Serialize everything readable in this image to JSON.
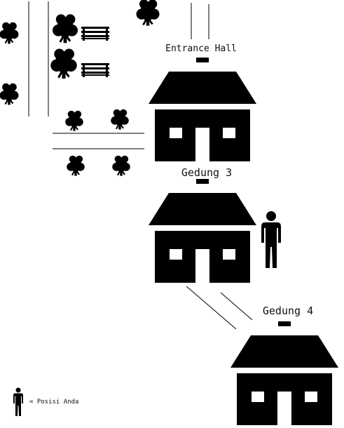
{
  "labels": {
    "entrance_hall": "Entrance Hall",
    "building_3": "Gedung 3",
    "building_4": "Gedung 4",
    "legend": "= Posisi Anda"
  },
  "icons": {
    "tree": "tree-icon",
    "bench": "bench-icon",
    "building": "house-icon",
    "person": "person-icon"
  },
  "colors": {
    "ink": "#000000",
    "background": "#ffffff"
  }
}
